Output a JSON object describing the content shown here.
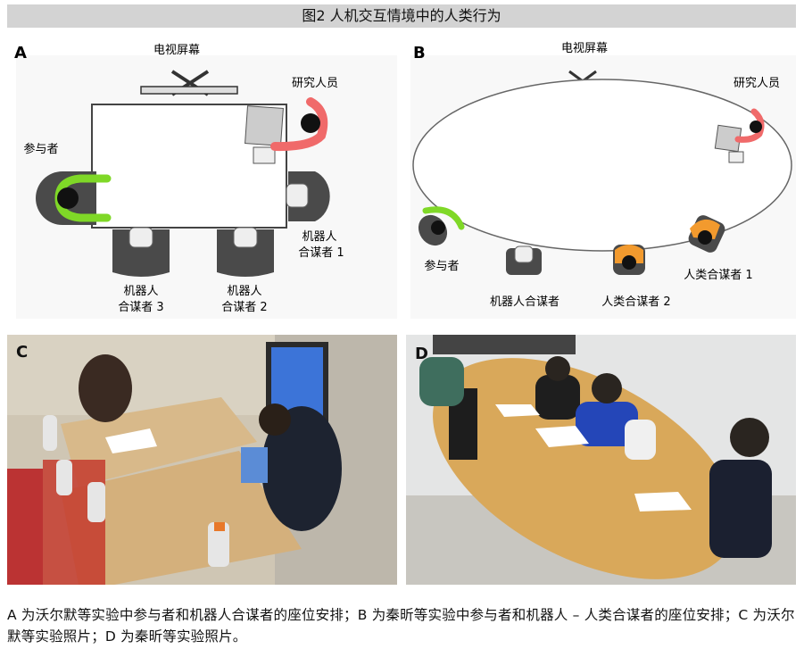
{
  "figure": {
    "title": "图2 人机交互情境中的人类行为",
    "caption": "A 为沃尔默等实验中参与者和机器人合谋者的座位安排；B 为秦昕等实验中参与者和机器人 – 人类合谋者的座位安排；C 为沃尔默等实验照片；D 为秦昕等实验照片。"
  },
  "panel_a": {
    "letter": "A",
    "tv_label": "电视屏幕",
    "researcher_label": "研究人员",
    "participant_label": "参与者",
    "robot1_label_line1": "机器人",
    "robot1_label_line2": "合谋者 1",
    "robot2_label_line1": "机器人",
    "robot2_label_line2": "合谋者 2",
    "robot3_label_line1": "机器人",
    "robot3_label_line2": "合谋者 3"
  },
  "panel_b": {
    "letter": "B",
    "tv_label": "电视屏幕",
    "researcher_label": "研究人员",
    "participant_label": "参与者",
    "robot_label": "机器人合谋者",
    "human2_label": "人类合谋者 2",
    "human1_label": "人类合谋者 1"
  },
  "panel_c": {
    "letter": "C"
  },
  "panel_d": {
    "letter": "D"
  },
  "colors": {
    "participant": "#7fd827",
    "researcher": "#f06a6a",
    "human_confederate": "#f29a2e",
    "chair": "#4a4a4a",
    "title_bar": "#d3d3d3"
  }
}
